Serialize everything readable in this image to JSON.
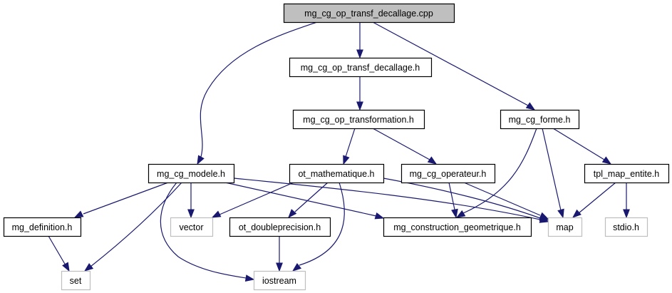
{
  "diagram": {
    "title": "Include dependency graph for mg_cg_op_transf_decallage.cpp",
    "colors": {
      "edge": "#191970",
      "main_fill": "#bfbfbf",
      "local_border": "#000000",
      "system_border": "#bfbfbf"
    },
    "nodes": [
      {
        "id": "n_cpp",
        "label": "mg_cg_op_transf_decallage.cpp",
        "kind": "main"
      },
      {
        "id": "n_decallage_h",
        "label": "mg_cg_op_transf_decallage.h",
        "kind": "local"
      },
      {
        "id": "n_transformation_h",
        "label": "mg_cg_op_transformation.h",
        "kind": "local"
      },
      {
        "id": "n_forme_h",
        "label": "mg_cg_forme.h",
        "kind": "local"
      },
      {
        "id": "n_modele_h",
        "label": "mg_cg_modele.h",
        "kind": "local"
      },
      {
        "id": "n_mathematique_h",
        "label": "ot_mathematique.h",
        "kind": "local"
      },
      {
        "id": "n_operateur_h",
        "label": "mg_cg_operateur.h",
        "kind": "local"
      },
      {
        "id": "n_tpl_map_h",
        "label": "tpl_map_entite.h",
        "kind": "local"
      },
      {
        "id": "n_definition_h",
        "label": "mg_definition.h",
        "kind": "local"
      },
      {
        "id": "n_vector",
        "label": "vector",
        "kind": "system"
      },
      {
        "id": "n_doubleprecision_h",
        "label": "ot_doubleprecision.h",
        "kind": "local"
      },
      {
        "id": "n_construction_h",
        "label": "mg_construction_geometrique.h",
        "kind": "local"
      },
      {
        "id": "n_map",
        "label": "map",
        "kind": "system"
      },
      {
        "id": "n_stdio",
        "label": "stdio.h",
        "kind": "system"
      },
      {
        "id": "n_set",
        "label": "set",
        "kind": "system"
      },
      {
        "id": "n_iostream",
        "label": "iostream",
        "kind": "system"
      }
    ],
    "edges": [
      {
        "from": "n_cpp",
        "to": "n_decallage_h"
      },
      {
        "from": "n_cpp",
        "to": "n_modele_h"
      },
      {
        "from": "n_cpp",
        "to": "n_forme_h"
      },
      {
        "from": "n_decallage_h",
        "to": "n_transformation_h"
      },
      {
        "from": "n_transformation_h",
        "to": "n_mathematique_h"
      },
      {
        "from": "n_transformation_h",
        "to": "n_operateur_h"
      },
      {
        "from": "n_forme_h",
        "to": "n_construction_h"
      },
      {
        "from": "n_forme_h",
        "to": "n_map"
      },
      {
        "from": "n_forme_h",
        "to": "n_tpl_map_h"
      },
      {
        "from": "n_modele_h",
        "to": "n_definition_h"
      },
      {
        "from": "n_modele_h",
        "to": "n_set"
      },
      {
        "from": "n_modele_h",
        "to": "n_iostream"
      },
      {
        "from": "n_modele_h",
        "to": "n_vector"
      },
      {
        "from": "n_modele_h",
        "to": "n_construction_h"
      },
      {
        "from": "n_modele_h",
        "to": "n_map"
      },
      {
        "from": "n_mathematique_h",
        "to": "n_vector"
      },
      {
        "from": "n_mathematique_h",
        "to": "n_doubleprecision_h"
      },
      {
        "from": "n_mathematique_h",
        "to": "n_iostream"
      },
      {
        "from": "n_mathematique_h",
        "to": "n_map"
      },
      {
        "from": "n_operateur_h",
        "to": "n_construction_h"
      },
      {
        "from": "n_operateur_h",
        "to": "n_map"
      },
      {
        "from": "n_tpl_map_h",
        "to": "n_map"
      },
      {
        "from": "n_tpl_map_h",
        "to": "n_stdio"
      },
      {
        "from": "n_definition_h",
        "to": "n_set"
      },
      {
        "from": "n_doubleprecision_h",
        "to": "n_iostream"
      }
    ]
  }
}
